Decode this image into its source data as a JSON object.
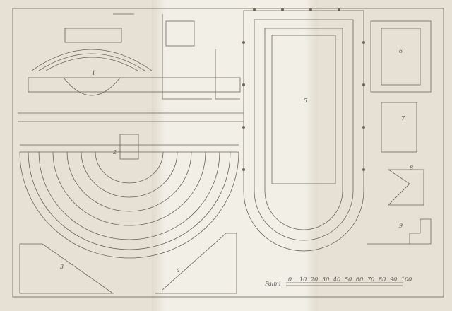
{
  "plate": {
    "figure_numbers": [
      "1",
      "2",
      "3",
      "4",
      "5",
      "6",
      "7",
      "8",
      "9"
    ],
    "scale": {
      "unit_label": "Palmi",
      "ticks": [
        "0",
        "10",
        "20",
        "30",
        "40",
        "50",
        "60",
        "70",
        "80",
        "90",
        "100"
      ]
    }
  },
  "colors": {
    "paper": "#e6e1d4",
    "ink": "#6b6558",
    "fold_highlight": "#f3f0e8"
  }
}
